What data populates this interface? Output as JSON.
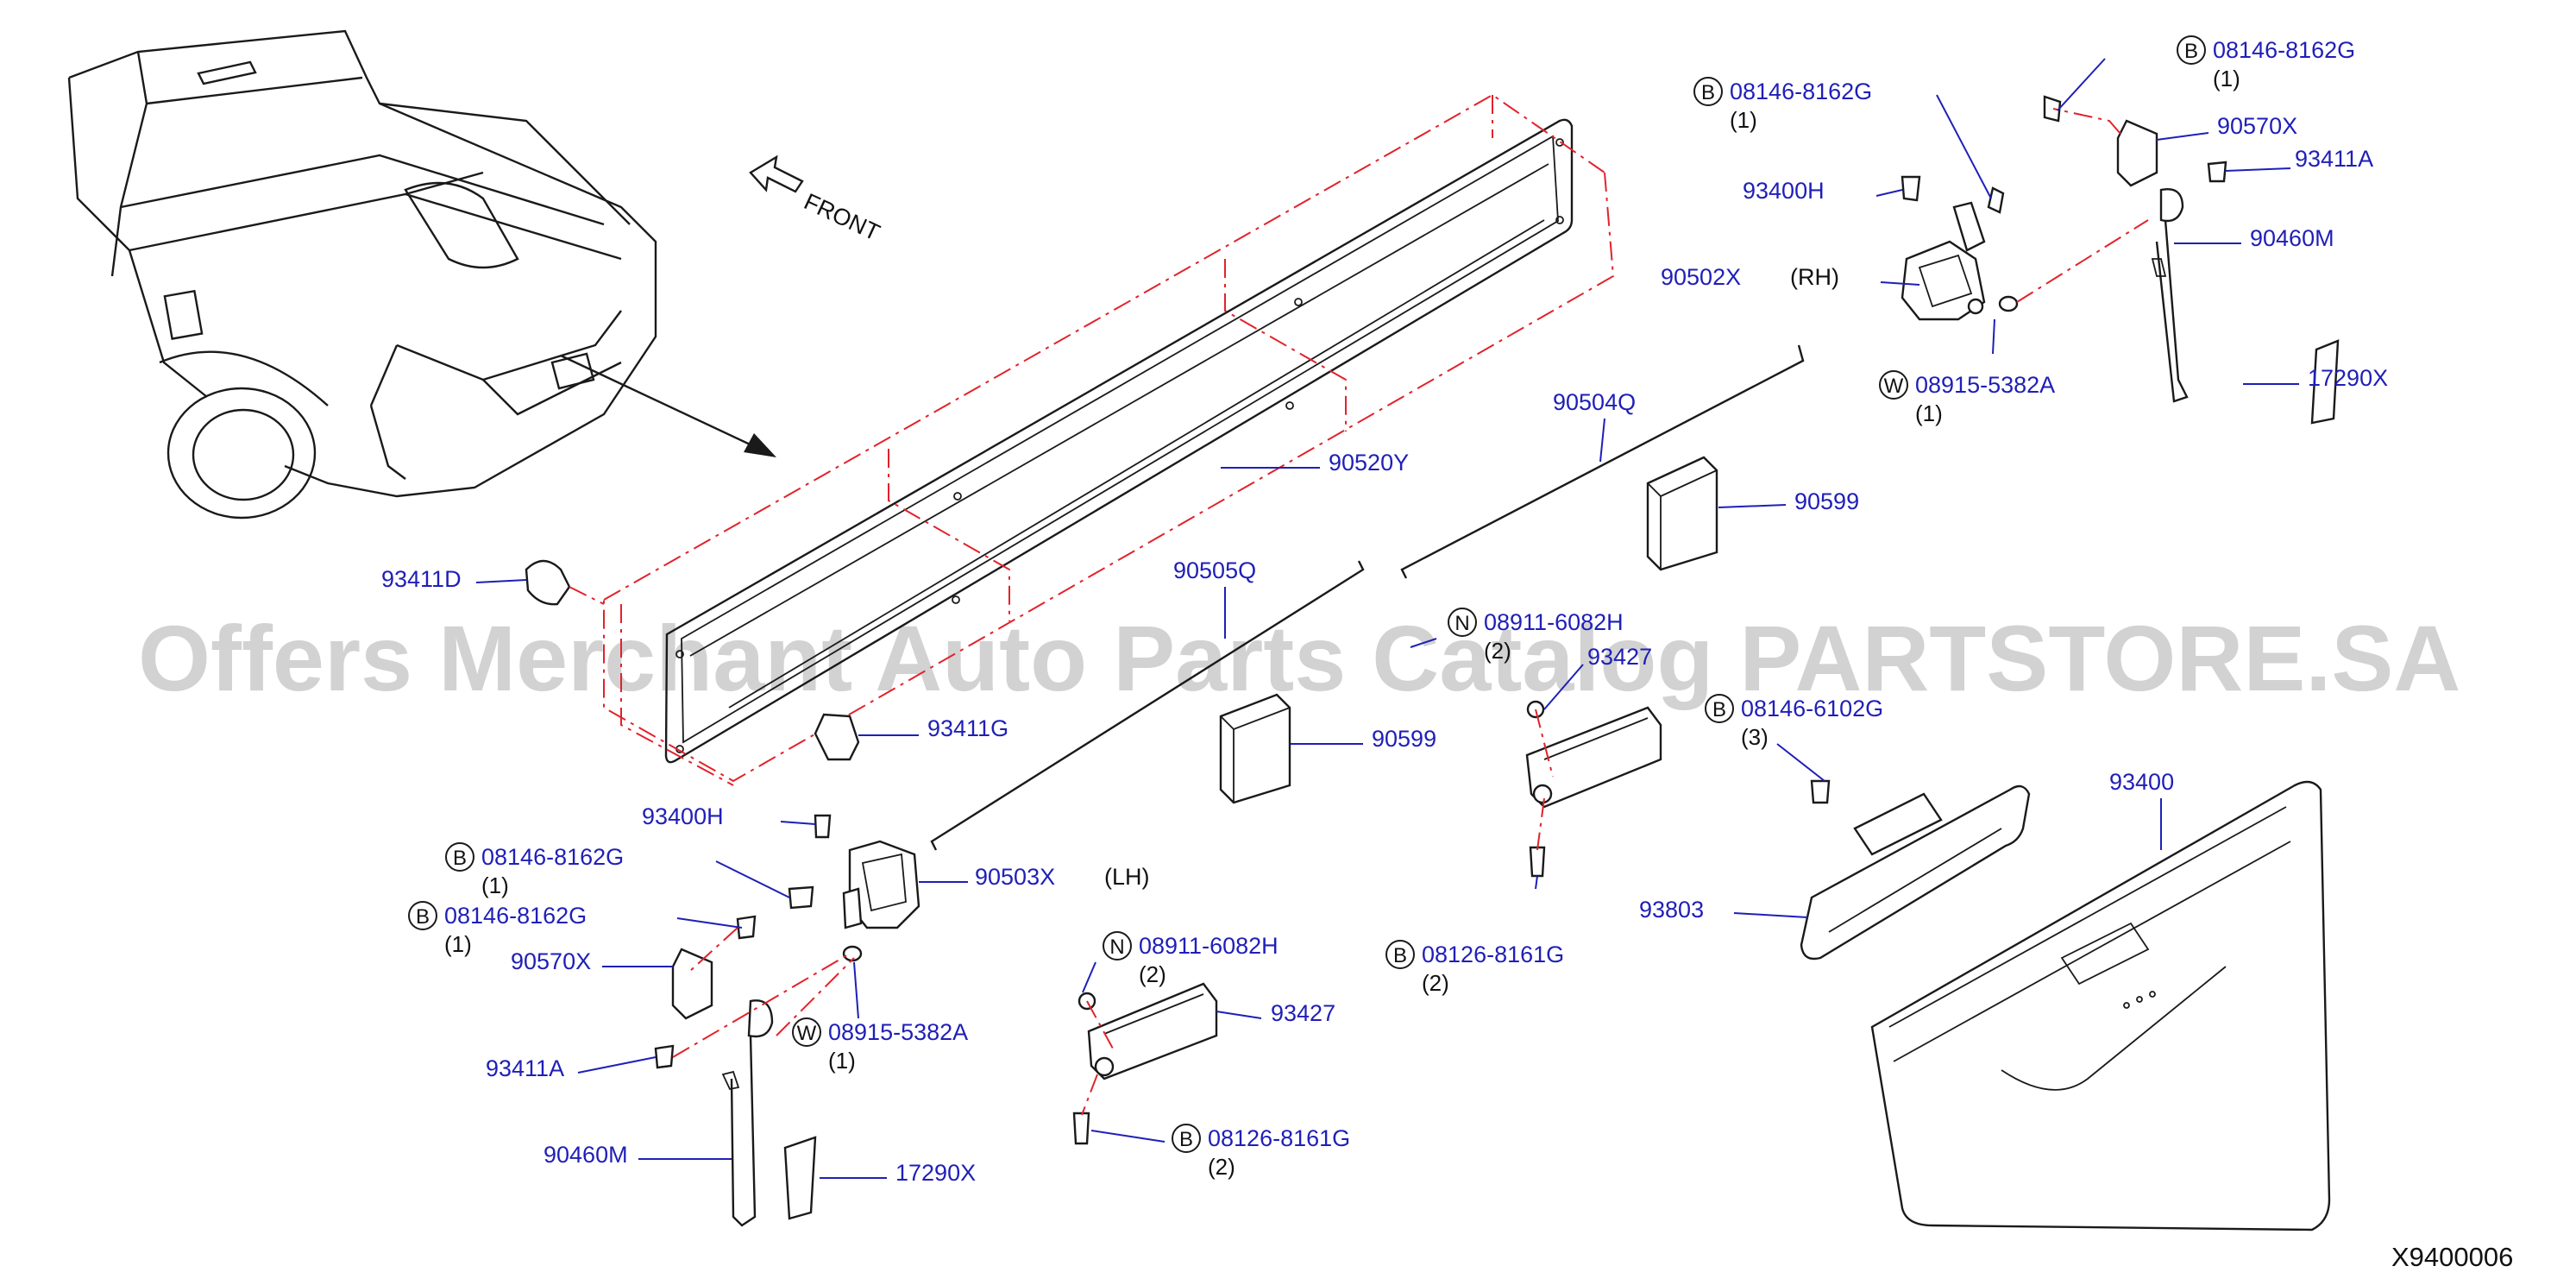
{
  "diagram": {
    "direction_label": "FRONT",
    "diagram_code": "X9400006",
    "watermark": "Offers Merchant Auto Parts Catalog PARTSTORE.SA",
    "labels": [
      {
        "id": "p01",
        "part": "08146-8162G",
        "badge": "B",
        "qty": "(1)",
        "side": ""
      },
      {
        "id": "p02",
        "part": "08146-8162G",
        "badge": "B",
        "qty": "(1)",
        "side": ""
      },
      {
        "id": "p03",
        "part": "90570X",
        "badge": "",
        "qty": "",
        "side": ""
      },
      {
        "id": "p04",
        "part": "93411A",
        "badge": "",
        "qty": "",
        "side": ""
      },
      {
        "id": "p05",
        "part": "93400H",
        "badge": "",
        "qty": "",
        "side": ""
      },
      {
        "id": "p06",
        "part": "90460M",
        "badge": "",
        "qty": "",
        "side": ""
      },
      {
        "id": "p07",
        "part": "90502X",
        "badge": "",
        "qty": "",
        "side": "(RH)"
      },
      {
        "id": "p08",
        "part": "08915-5382A",
        "badge": "W",
        "qty": "(1)",
        "side": ""
      },
      {
        "id": "p09",
        "part": "17290X",
        "badge": "",
        "qty": "",
        "side": ""
      },
      {
        "id": "p10",
        "part": "90504Q",
        "badge": "",
        "qty": "",
        "side": ""
      },
      {
        "id": "p11",
        "part": "90520Y",
        "badge": "",
        "qty": "",
        "side": ""
      },
      {
        "id": "p12",
        "part": "90599",
        "badge": "",
        "qty": "",
        "side": ""
      },
      {
        "id": "p13",
        "part": "93411D",
        "badge": "",
        "qty": "",
        "side": ""
      },
      {
        "id": "p14",
        "part": "90505Q",
        "badge": "",
        "qty": "",
        "side": ""
      },
      {
        "id": "p15",
        "part": "08911-6082H",
        "badge": "N",
        "qty": "(2)",
        "side": ""
      },
      {
        "id": "p16",
        "part": "93427",
        "badge": "",
        "qty": "",
        "side": ""
      },
      {
        "id": "p17",
        "part": "93411G",
        "badge": "",
        "qty": "",
        "side": ""
      },
      {
        "id": "p18",
        "part": "90599",
        "badge": "",
        "qty": "",
        "side": ""
      },
      {
        "id": "p19",
        "part": "08146-6102G",
        "badge": "B",
        "qty": "(3)",
        "side": ""
      },
      {
        "id": "p20",
        "part": "93400H",
        "badge": "",
        "qty": "",
        "side": ""
      },
      {
        "id": "p21",
        "part": "93400",
        "badge": "",
        "qty": "",
        "side": ""
      },
      {
        "id": "p22",
        "part": "08146-8162G",
        "badge": "B",
        "qty": "(1)",
        "side": ""
      },
      {
        "id": "p23",
        "part": "90503X",
        "badge": "",
        "qty": "",
        "side": "(LH)"
      },
      {
        "id": "p24",
        "part": "08146-8162G",
        "badge": "B",
        "qty": "(1)",
        "side": ""
      },
      {
        "id": "p25",
        "part": "93803",
        "badge": "",
        "qty": "",
        "side": ""
      },
      {
        "id": "p26",
        "part": "08126-8161G",
        "badge": "B",
        "qty": "(2)",
        "side": ""
      },
      {
        "id": "p27",
        "part": "90570X",
        "badge": "",
        "qty": "",
        "side": ""
      },
      {
        "id": "p28",
        "part": "08911-6082H",
        "badge": "N",
        "qty": "(2)",
        "side": ""
      },
      {
        "id": "p29",
        "part": "93427",
        "badge": "",
        "qty": "",
        "side": ""
      },
      {
        "id": "p30",
        "part": "08915-5382A",
        "badge": "W",
        "qty": "(1)",
        "side": ""
      },
      {
        "id": "p31",
        "part": "93411A",
        "badge": "",
        "qty": "",
        "side": ""
      },
      {
        "id": "p32",
        "part": "08126-8161G",
        "badge": "B",
        "qty": "(2)",
        "side": ""
      },
      {
        "id": "p33",
        "part": "90460M",
        "badge": "",
        "qty": "",
        "side": ""
      },
      {
        "id": "p34",
        "part": "17290X",
        "badge": "",
        "qty": "",
        "side": ""
      }
    ]
  }
}
